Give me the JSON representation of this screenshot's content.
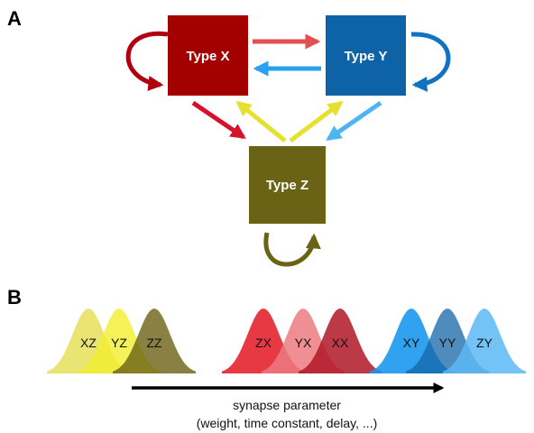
{
  "panel_a": {
    "letter": "A",
    "nodes": {
      "x": {
        "label": "Type X",
        "color": "#a30000"
      },
      "y": {
        "label": "Type Y",
        "color": "#0d63a6"
      },
      "z": {
        "label": "Type Z",
        "color": "#6a6214"
      }
    },
    "arrow_colors": {
      "xx_self": "#b00010",
      "yy_self": "#1172c2",
      "zz_self": "#6a6214",
      "x_to_y": "#e2504f",
      "y_to_x": "#2aa0ee",
      "x_to_z": "#d6122a",
      "z_to_x": "#e6e030",
      "z_to_y": "#e6e030",
      "y_to_z": "#4fb4ef"
    }
  },
  "panel_b": {
    "letter": "B",
    "distributions": [
      {
        "label": "XZ",
        "color": "#e6e05a",
        "opacity": 0.85
      },
      {
        "label": "YZ",
        "color": "#f2ee2e",
        "opacity": 0.8
      },
      {
        "label": "ZZ",
        "color": "#6a6214",
        "opacity": 0.8
      },
      {
        "label": "ZX",
        "color": "#e42330",
        "opacity": 0.9
      },
      {
        "label": "YX",
        "color": "#ec7a80",
        "opacity": 0.85
      },
      {
        "label": "XX",
        "color": "#b01828",
        "opacity": 0.85
      },
      {
        "label": "XY",
        "color": "#1a98ee",
        "opacity": 0.9
      },
      {
        "label": "YY",
        "color": "#1466a8",
        "opacity": 0.75
      },
      {
        "label": "ZY",
        "color": "#5ab8f4",
        "opacity": 0.85
      }
    ],
    "axis_label_line1": "synapse parameter",
    "axis_label_line2": "(weight, time constant, delay, ...)"
  }
}
